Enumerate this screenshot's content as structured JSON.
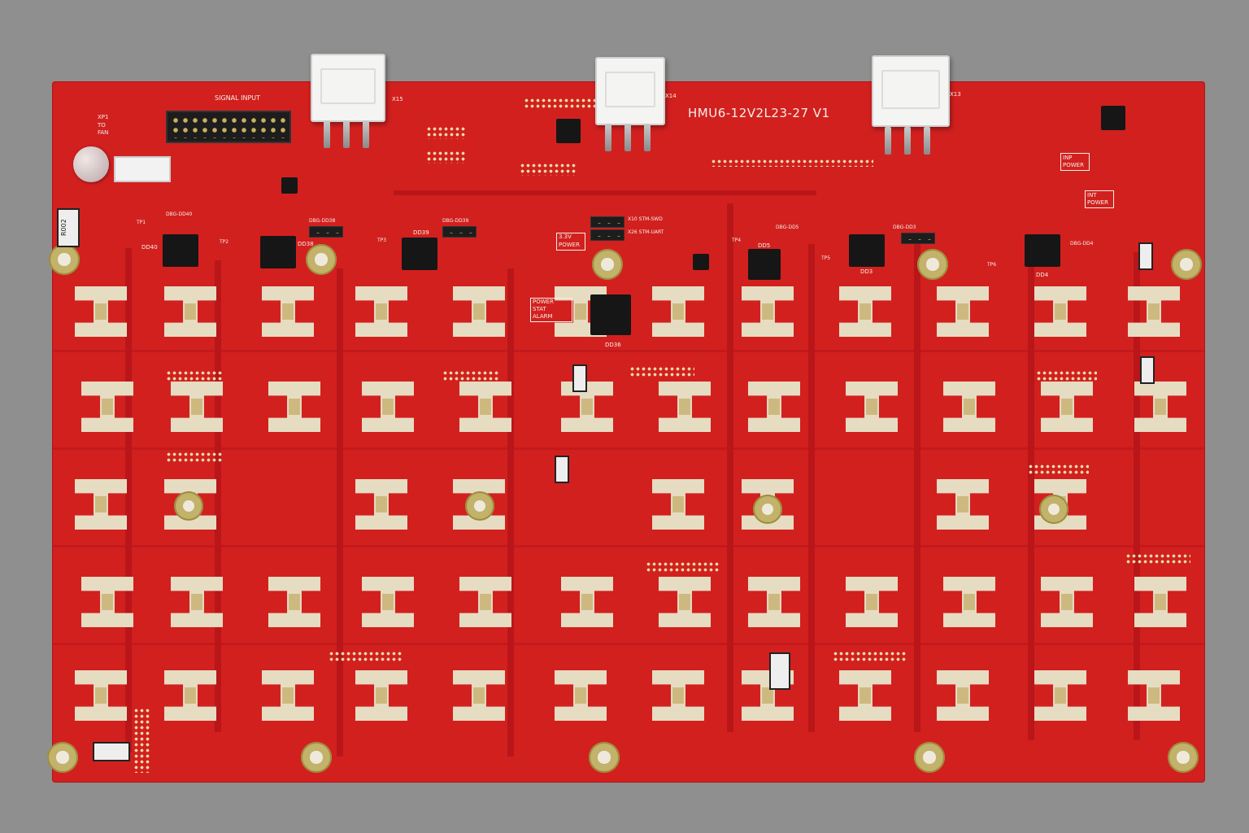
{
  "board": {
    "title": "HMU6-12V2L23-27 V1",
    "signal_input": "SIGNAL INPUT",
    "connector_labels": [
      "X15",
      "X14",
      "X13"
    ],
    "fan_label": "TO FAN",
    "fan_ref": "XP1",
    "chip_labels": [
      "DD40",
      "DD38",
      "DD39",
      "DD36",
      "DD5",
      "DD3",
      "DD4"
    ],
    "power_indicators": [
      "POWER",
      "STAT",
      "ALARM"
    ],
    "power_box": [
      "3.3V",
      "POWER"
    ],
    "power_labels": [
      "INP POWER",
      "INT POWER"
    ],
    "debug_labels": [
      "DBG-DD40",
      "DBG-DD38",
      "DBG-DD39",
      "DBG-DD5",
      "DBG-DD3",
      "DBG-DD4"
    ],
    "test_points": [
      "TP1",
      "TP2",
      "TP3",
      "TP4",
      "TP5",
      "TP6"
    ],
    "swd_labels": [
      "X10 STM-SWD",
      "X26 STM-UART"
    ],
    "resistor_mark": "R002"
  },
  "colors": {
    "background": "#8f8f8f",
    "board": "#d2201f",
    "pads": "#e6dcc2",
    "silkscreen": "#f4f0e6"
  }
}
